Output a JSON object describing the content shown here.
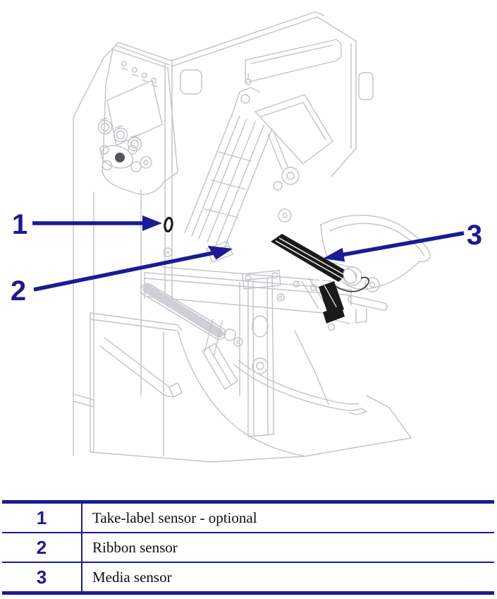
{
  "figure": {
    "illustration": "industrial-label-printer-side-view-media-door-open",
    "callouts": [
      {
        "number": "1",
        "target": "take-label-sensor"
      },
      {
        "number": "2",
        "target": "ribbon-sensor"
      },
      {
        "number": "3",
        "target": "media-sensor"
      }
    ]
  },
  "table": {
    "rows": [
      {
        "number": "1",
        "description": "Take-label sensor - optional"
      },
      {
        "number": "2",
        "description": "Ribbon sensor"
      },
      {
        "number": "3",
        "description": "Media sensor"
      }
    ]
  },
  "colors": {
    "callout_accent": "#1b1b96",
    "line_art_gray": "#c2c2c9",
    "sensor_black": "#1a1a1a",
    "background": "#ffffff"
  }
}
